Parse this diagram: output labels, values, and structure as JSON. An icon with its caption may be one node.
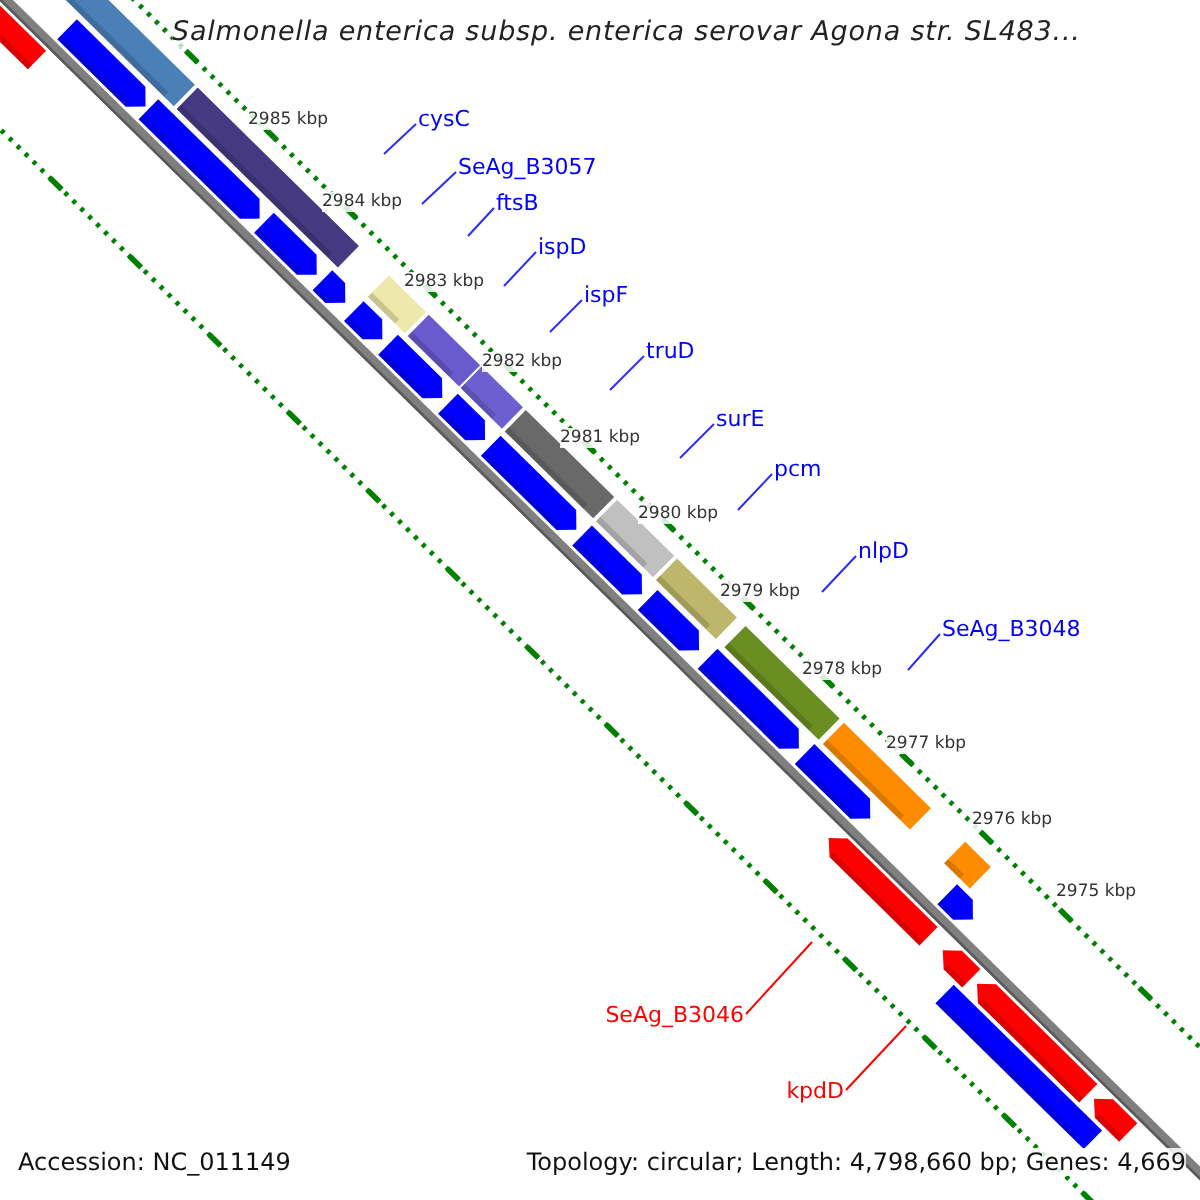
{
  "diagram": {
    "title": "Salmonella enterica subsp. enterica serovar Agona str. SL483...",
    "nodes": [
      {
        "text": [
          "cysC"
        ]
      },
      {
        "text": [
          "SeAg_B3057"
        ]
      },
      {
        "text": [
          "ftsB"
        ]
      },
      {
        "text": [
          "ispD"
        ]
      },
      {
        "text": [
          "ispF"
        ]
      },
      {
        "text": [
          "truD"
        ]
      },
      {
        "text": [
          "surE"
        ]
      },
      {
        "text": [
          "pcm"
        ]
      },
      {
        "text": [
          "nlpD"
        ]
      },
      {
        "text": [
          "SeAg_B3048"
        ]
      },
      {
        "text": [
          "SeAg_B3046"
        ]
      },
      {
        "text": [
          "kpdD"
        ]
      }
    ],
    "edges": [
      {
        "from": 0,
        "to": null,
        "arrow": "none"
      },
      {
        "from": 1,
        "to": null,
        "arrow": "none"
      },
      {
        "from": 2,
        "to": null,
        "arrow": "none"
      },
      {
        "from": 3,
        "to": null,
        "arrow": "none"
      },
      {
        "from": 4,
        "to": null,
        "arrow": "none"
      },
      {
        "from": 5,
        "to": null,
        "arrow": "none"
      },
      {
        "from": 6,
        "to": null,
        "arrow": "none"
      },
      {
        "from": 7,
        "to": null,
        "arrow": "none"
      },
      {
        "from": 8,
        "to": null,
        "arrow": "none"
      },
      {
        "from": 9,
        "to": null,
        "arrow": "none"
      },
      {
        "from": 10,
        "to": null,
        "arrow": "none",
        "color": "#ff0000"
      },
      {
        "from": 11,
        "to": null,
        "arrow": "none",
        "color": "#ff0000"
      }
    ],
    "labels": [
      "2985 kbp",
      "2984 kbp",
      "2983 kbp",
      "2982 kbp",
      "2981 kbp",
      "2980 kbp",
      "2979 kbp",
      "2978 kbp",
      "2977 kbp",
      "2976 kbp",
      "2975 kbp",
      "Accession: NC_011149",
      "Topology: circular; Length: 4,798,660 bp; Genes: 4,669"
    ]
  }
}
